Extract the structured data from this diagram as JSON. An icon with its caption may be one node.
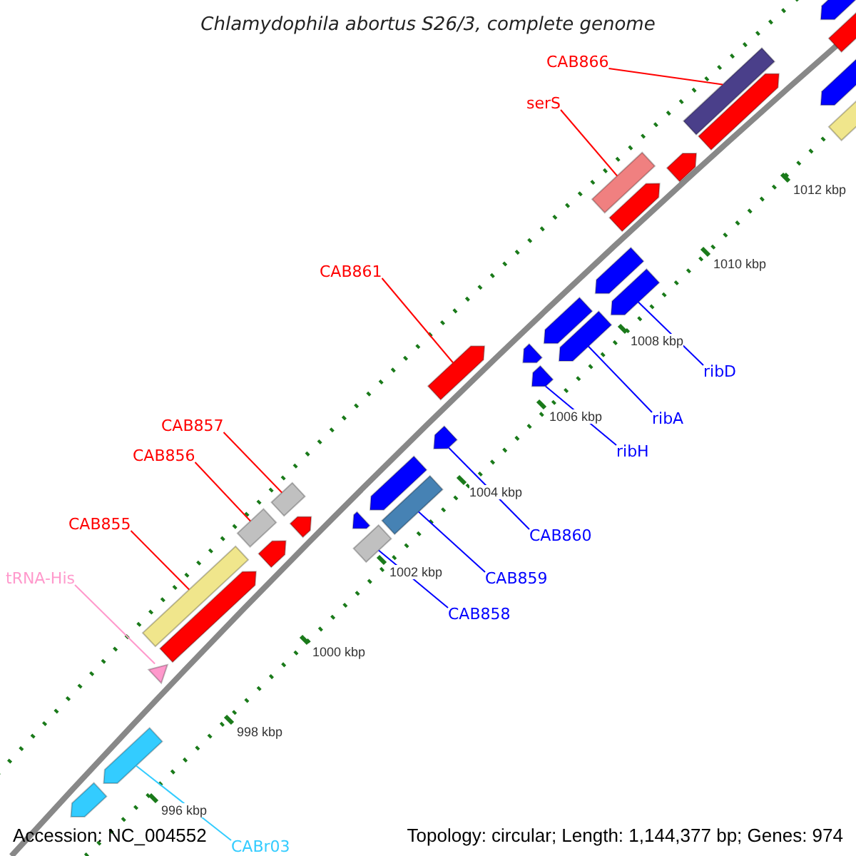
{
  "diagram": {
    "title": "Chlamydophila abortus S26/3, complete genome",
    "nodes": [
      {
        "text": [
          "CAB866"
        ]
      },
      {
        "text": [
          "serS"
        ]
      },
      {
        "text": [
          "CAB861"
        ]
      },
      {
        "text": [
          "CAB857"
        ]
      },
      {
        "text": [
          "CAB856"
        ]
      },
      {
        "text": [
          "CAB855"
        ]
      },
      {
        "text": [
          "tRNA-His"
        ]
      },
      {
        "text": [
          "ribD"
        ]
      },
      {
        "text": [
          "ribA"
        ]
      },
      {
        "text": [
          "ribH"
        ]
      },
      {
        "text": [
          "CAB860"
        ]
      },
      {
        "text": [
          "CAB859"
        ]
      },
      {
        "text": [
          "CAB858"
        ]
      },
      {
        "text": [
          "CABr03"
        ]
      },
      {
        "text": [],
        "shape": "arrow"
      },
      {
        "text": [],
        "shape": "arrow"
      },
      {
        "text": [],
        "shape": "triangle"
      },
      {
        "text": [],
        "shape": "box"
      },
      {
        "text": [],
        "shape": "arrow"
      },
      {
        "text": [],
        "shape": "box"
      },
      {
        "text": [],
        "shape": "arrow"
      },
      {
        "text": [],
        "shape": "box"
      },
      {
        "text": [],
        "shape": "arrow"
      },
      {
        "text": [],
        "shape": "arrow"
      },
      {
        "text": [],
        "shape": "box"
      },
      {
        "text": [],
        "shape": "arrow"
      },
      {
        "text": [],
        "shape": "box"
      },
      {
        "text": [],
        "shape": "arrow"
      },
      {
        "text": [],
        "shape": "arrow"
      },
      {
        "text": [],
        "shape": "arrow"
      },
      {
        "text": [],
        "shape": "arrow"
      },
      {
        "text": [],
        "shape": "arrow"
      },
      {
        "text": [],
        "shape": "arrow"
      },
      {
        "text": [],
        "shape": "arrow"
      },
      {
        "text": [],
        "shape": "box"
      },
      {
        "text": [],
        "shape": "arrow"
      },
      {
        "text": [],
        "shape": "arrow"
      },
      {
        "text": [],
        "shape": "arrow"
      },
      {
        "text": [],
        "shape": "box"
      },
      {
        "text": [],
        "shape": "arrow"
      },
      {
        "text": [],
        "shape": "arrow"
      },
      {
        "text": [],
        "shape": "arrow"
      },
      {
        "text": [],
        "shape": "arrow"
      },
      {
        "text": [],
        "shape": "box"
      }
    ],
    "edges": [
      {
        "from": 0,
        "to": 38,
        "arrow": "none",
        "color": "#ff0000"
      },
      {
        "from": 1,
        "to": 34,
        "arrow": "none",
        "color": "#ff0000"
      },
      {
        "from": 2,
        "to": 28,
        "arrow": "none",
        "color": "#ff0000"
      },
      {
        "from": 3,
        "to": 21,
        "arrow": "none",
        "color": "#ff0000"
      },
      {
        "from": 4,
        "to": 19,
        "arrow": "none",
        "color": "#ff0000"
      },
      {
        "from": 5,
        "to": 17,
        "arrow": "none",
        "color": "#ff0000"
      },
      {
        "from": 6,
        "to": 16,
        "arrow": "none",
        "color": "#ff99cc"
      },
      {
        "from": 7,
        "to": 35,
        "arrow": "none",
        "color": "#0000ff"
      },
      {
        "from": 8,
        "to": 32,
        "arrow": "none",
        "color": "#0000ff"
      },
      {
        "from": 9,
        "to": 30,
        "arrow": "none",
        "color": "#0000ff"
      },
      {
        "from": 10,
        "to": 27,
        "arrow": "none",
        "color": "#0000ff"
      },
      {
        "from": 11,
        "to": 26,
        "arrow": "none",
        "color": "#0000ff"
      },
      {
        "from": 12,
        "to": 24,
        "arrow": "none",
        "color": "#0000ff"
      },
      {
        "from": 13,
        "to": 15,
        "arrow": "none",
        "color": "#33ccff"
      }
    ],
    "labels": [
      "1012 kbp",
      "1010 kbp",
      "1008 kbp",
      "1006 kbp",
      "1004 kbp",
      "1002 kbp",
      "1000 kbp",
      "998 kbp",
      "996 kbp",
      "Accession: NC_004552",
      "Topology: circular; Length: 1,144,377 bp; Genes: 974"
    ]
  }
}
